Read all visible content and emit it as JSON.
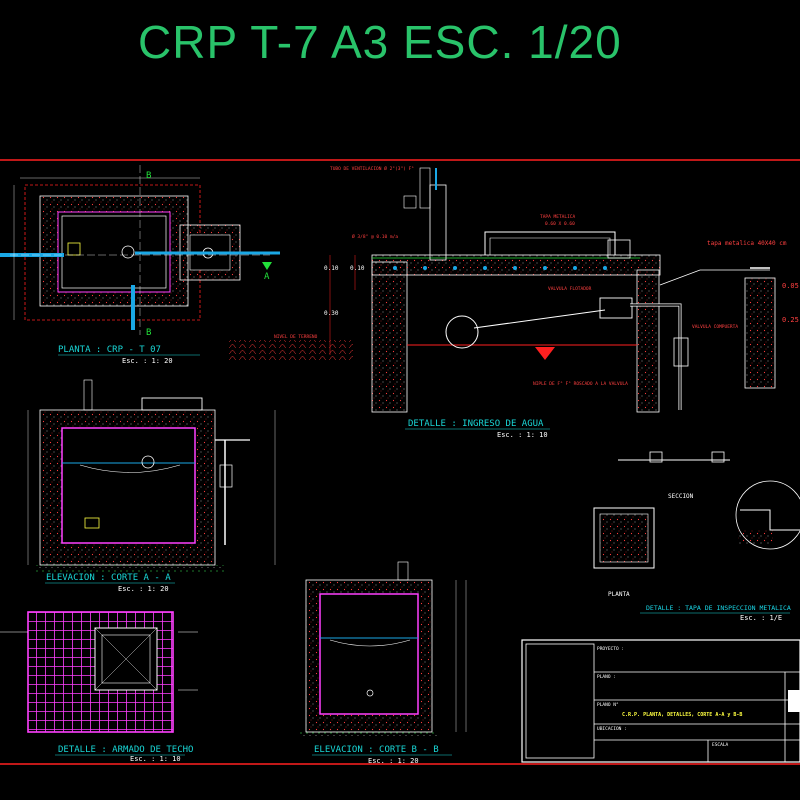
{
  "title": "CRP T-7 A3 ESC. 1/20",
  "views": {
    "planta": {
      "caption": "PLANTA : CRP - T 07",
      "scale": "Esc. : 1: 20"
    },
    "ingreso": {
      "caption": "DETALLE : INGRESO DE AGUA",
      "scale": "Esc. : 1: 10"
    },
    "corte_aa": {
      "caption": "ELEVACION : CORTE A - A",
      "scale": "Esc. : 1: 20"
    },
    "techo": {
      "caption": "DETALLE : ARMADO DE TECHO",
      "scale": "Esc. : 1: 10"
    },
    "corte_bb": {
      "caption": "ELEVACION : CORTE B - B",
      "scale": "Esc. : 1: 20"
    },
    "tapa": {
      "caption": "DETALLE : TAPA DE INSPECCION METALICA",
      "scale": "Esc. : 1/E",
      "seccion": "SECCION",
      "planta": "PLANTA"
    }
  },
  "labels": {
    "tubo_ventilacion": "TUBO DE VENTILACION Ø 2\"(3\") F°",
    "tapa_metalica": "TAPA METALICA",
    "tapa_dim": "0.60 X 0.60",
    "tapa_metalica_2": "tapa metalica 40X40 cm",
    "acero": "Ø 3/8\" @ 0.10 m/a",
    "valvula_flotador": "VALVULA FLOTADOR",
    "valvula_compuerta": "VALVULA COMPUERTA",
    "nivel_terreno": "NIVEL DE TERRENO",
    "niple": "NIPLE DE F° F° ROSCADO A LA VALVULA",
    "dim_010a": "0.10",
    "dim_010b": "0.10",
    "dim_030": "0.30",
    "dim_005": "0.05",
    "dim_025": "0.25",
    "sec_a": "A",
    "sec_b": "B"
  },
  "title_block": {
    "row1": "PROYECTO :",
    "row2": "PLANO :",
    "row3": "PLANO N°",
    "row4": "C.R.P. PLANTA, DETALLES, CORTE A-A y B-B",
    "row5": "UBICACION :",
    "row6": "ESCALA"
  },
  "colors": {
    "frame": "#ff2020",
    "title": "#29c36a",
    "caption": "#19d6d6",
    "wall": "#ffffff",
    "rebar": "#ff40ff",
    "pipe": "#1aa8e6"
  }
}
